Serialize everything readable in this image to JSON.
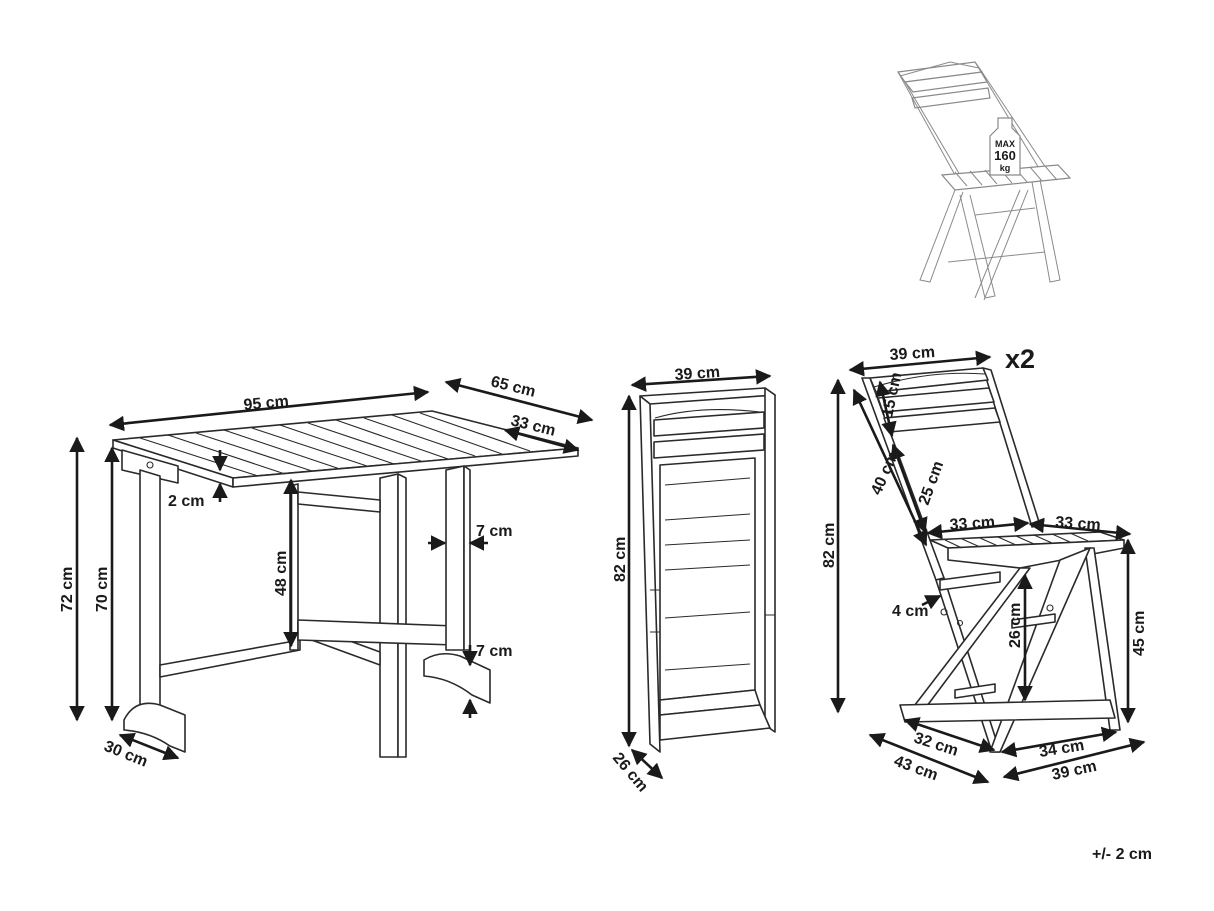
{
  "multiplier": "x2",
  "tolerance": "+/- 2 cm",
  "max_load": {
    "line1": "MAX",
    "line2": "160",
    "line3": "kg"
  },
  "table": {
    "length": "95 cm",
    "width": "65 cm",
    "leaf": "33 cm",
    "top_thickness": "2 cm",
    "leg_width": "7 cm",
    "foot_height": "7 cm",
    "height_total": "72 cm",
    "height_frame": "70 cm",
    "knee_height": "48 cm",
    "foot_depth": "30 cm"
  },
  "folded_chair": {
    "width": "39 cm",
    "height": "82 cm",
    "depth": "26 cm"
  },
  "chair": {
    "back_width": "39 cm",
    "height": "82 cm",
    "back_length": "40 cm",
    "back_panel": "25 cm",
    "top_rail": "15 cm",
    "seat_depth_rear": "33 cm",
    "seat_depth_front": "33 cm",
    "rail": "4 cm",
    "seat_clearance": "26 cm",
    "seat_height": "45 cm",
    "footprint_rear": "32 cm",
    "footprint_front": "34 cm",
    "depth_total": "43 cm",
    "width_total": "39 cm"
  }
}
